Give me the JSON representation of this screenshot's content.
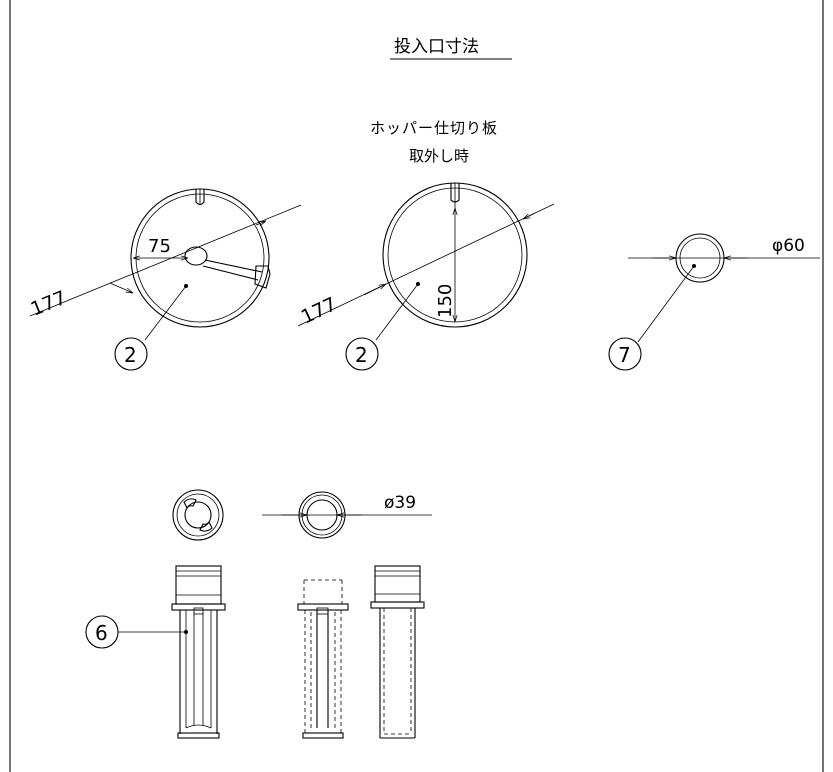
{
  "title": "投入口寸法",
  "note_line1": "ホッパー仕切り板",
  "note_line2": "取外し時",
  "dimensions": {
    "d177_a": "177",
    "d75": "75",
    "d177_b": "177",
    "d150": "150",
    "phi60": "φ60",
    "phi39": "ø39"
  },
  "callouts": {
    "c2_a": "2",
    "c2_b": "2",
    "c7": "7",
    "c6": "6"
  },
  "colors": {
    "line": "#000000",
    "background": "#ffffff"
  }
}
